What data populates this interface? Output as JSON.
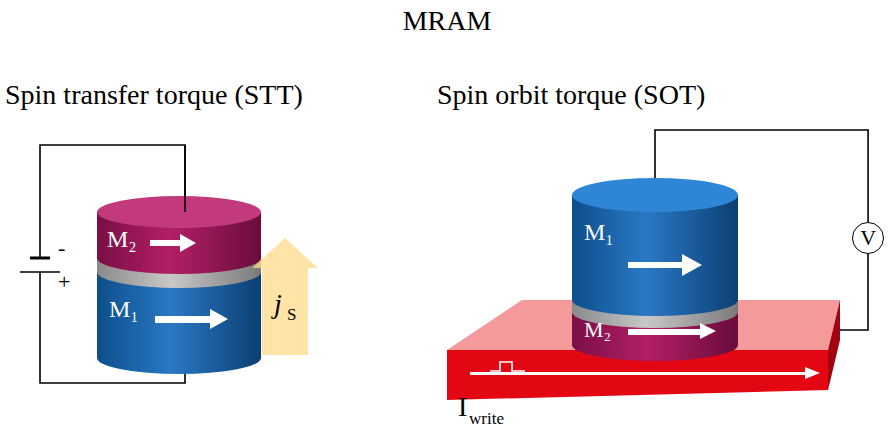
{
  "diagram": {
    "title": "MRAM",
    "nodes": [
      {
        "text": [
          "M₂"
        ]
      },
      {
        "text": [
          "M₁"
        ]
      },
      {
        "text": [
          "M₁"
        ]
      },
      {
        "text": [
          "M₂"
        ]
      },
      {
        "text": [
          "V"
        ]
      }
    ],
    "edges": [
      {
        "from": 2,
        "to": 4,
        "arrow": "none"
      }
    ],
    "labels": [
      "Spin transfer torque (STT)",
      "Spin orbit torque (SOT)",
      "-",
      "+",
      "j",
      "S",
      "I",
      "write"
    ]
  }
}
